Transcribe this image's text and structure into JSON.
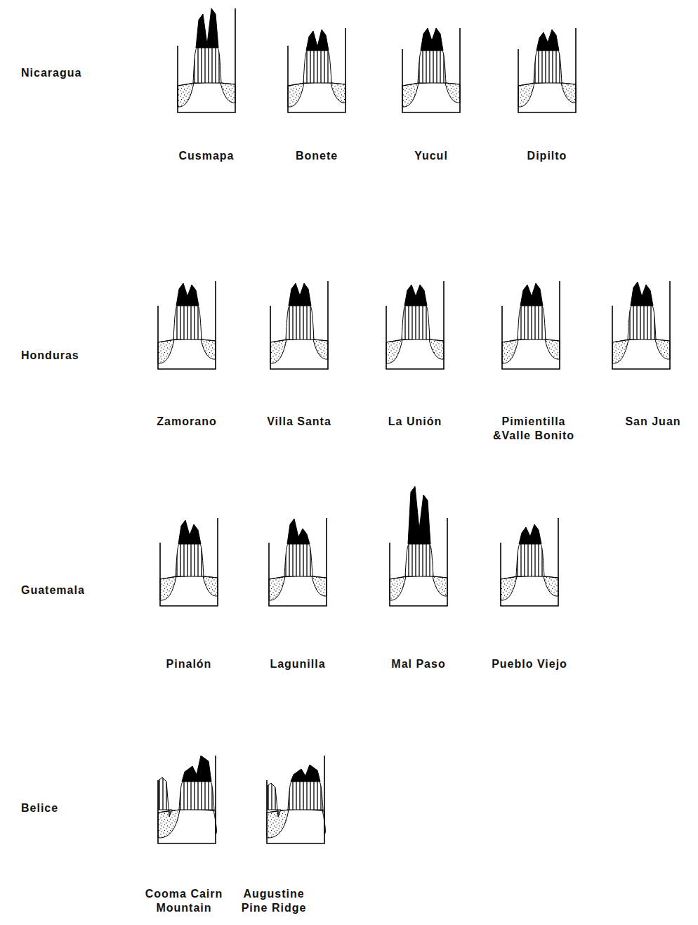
{
  "diagram": {
    "labels": [
      "Nicaragua",
      "Cusmapa",
      "Bonete",
      "Yucul",
      "Dipilto",
      "Honduras",
      "Zamorano",
      "Villa Santa",
      "La Unión",
      "Pimientilla &Valle Bonito",
      "San Juan",
      "Guatemala",
      "Pinalón",
      "Lagunilla",
      "Mal Paso",
      "Pueblo Viejo",
      "Belice",
      "Cooma Cairn Mountain",
      "Augustine Pine Ridge"
    ]
  }
}
